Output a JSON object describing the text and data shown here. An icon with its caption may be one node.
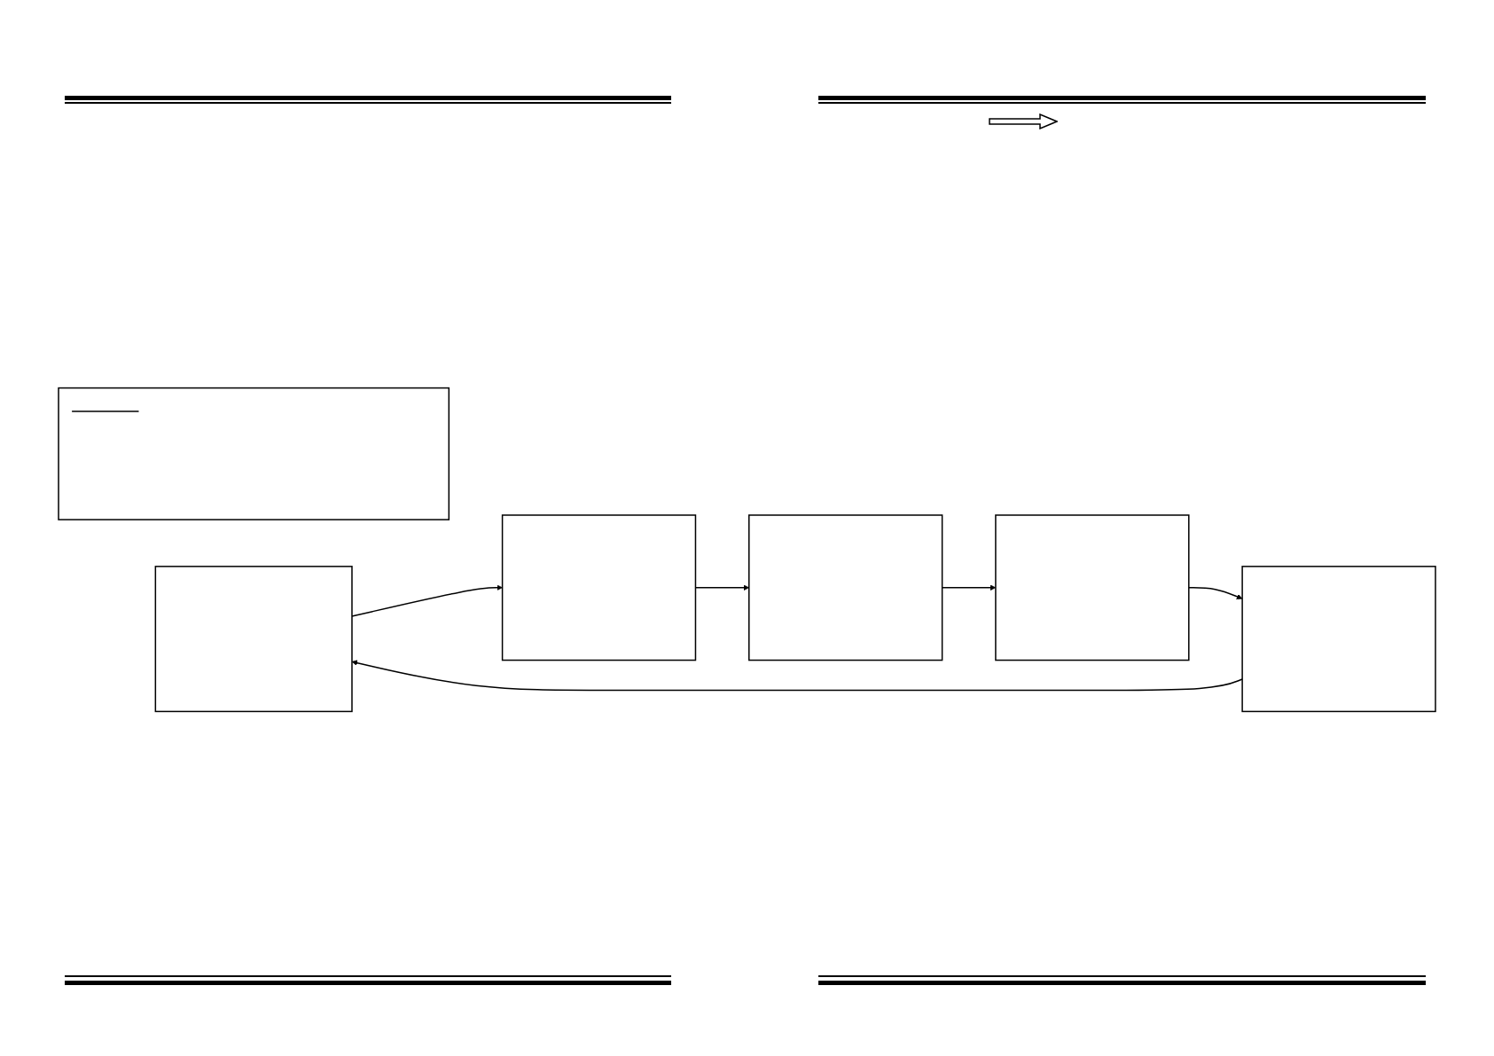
{
  "diagram": {
    "nodes": [
      {
        "text": [],
        "shape": "box"
      },
      {
        "text": [],
        "shape": "box"
      },
      {
        "text": [],
        "shape": "box"
      },
      {
        "text": [],
        "shape": "box"
      },
      {
        "text": [],
        "shape": "box"
      },
      {
        "text": [],
        "shape": "box"
      }
    ],
    "edges": [
      {
        "from": 1,
        "to": 2,
        "arrow": "to"
      },
      {
        "from": 2,
        "to": 4,
        "arrow": "to"
      },
      {
        "from": 4,
        "to": 5,
        "arrow": "to"
      },
      {
        "from": 5,
        "to": 3,
        "arrow": "to"
      },
      {
        "from": 3,
        "to": 1,
        "arrow": "to"
      }
    ]
  }
}
